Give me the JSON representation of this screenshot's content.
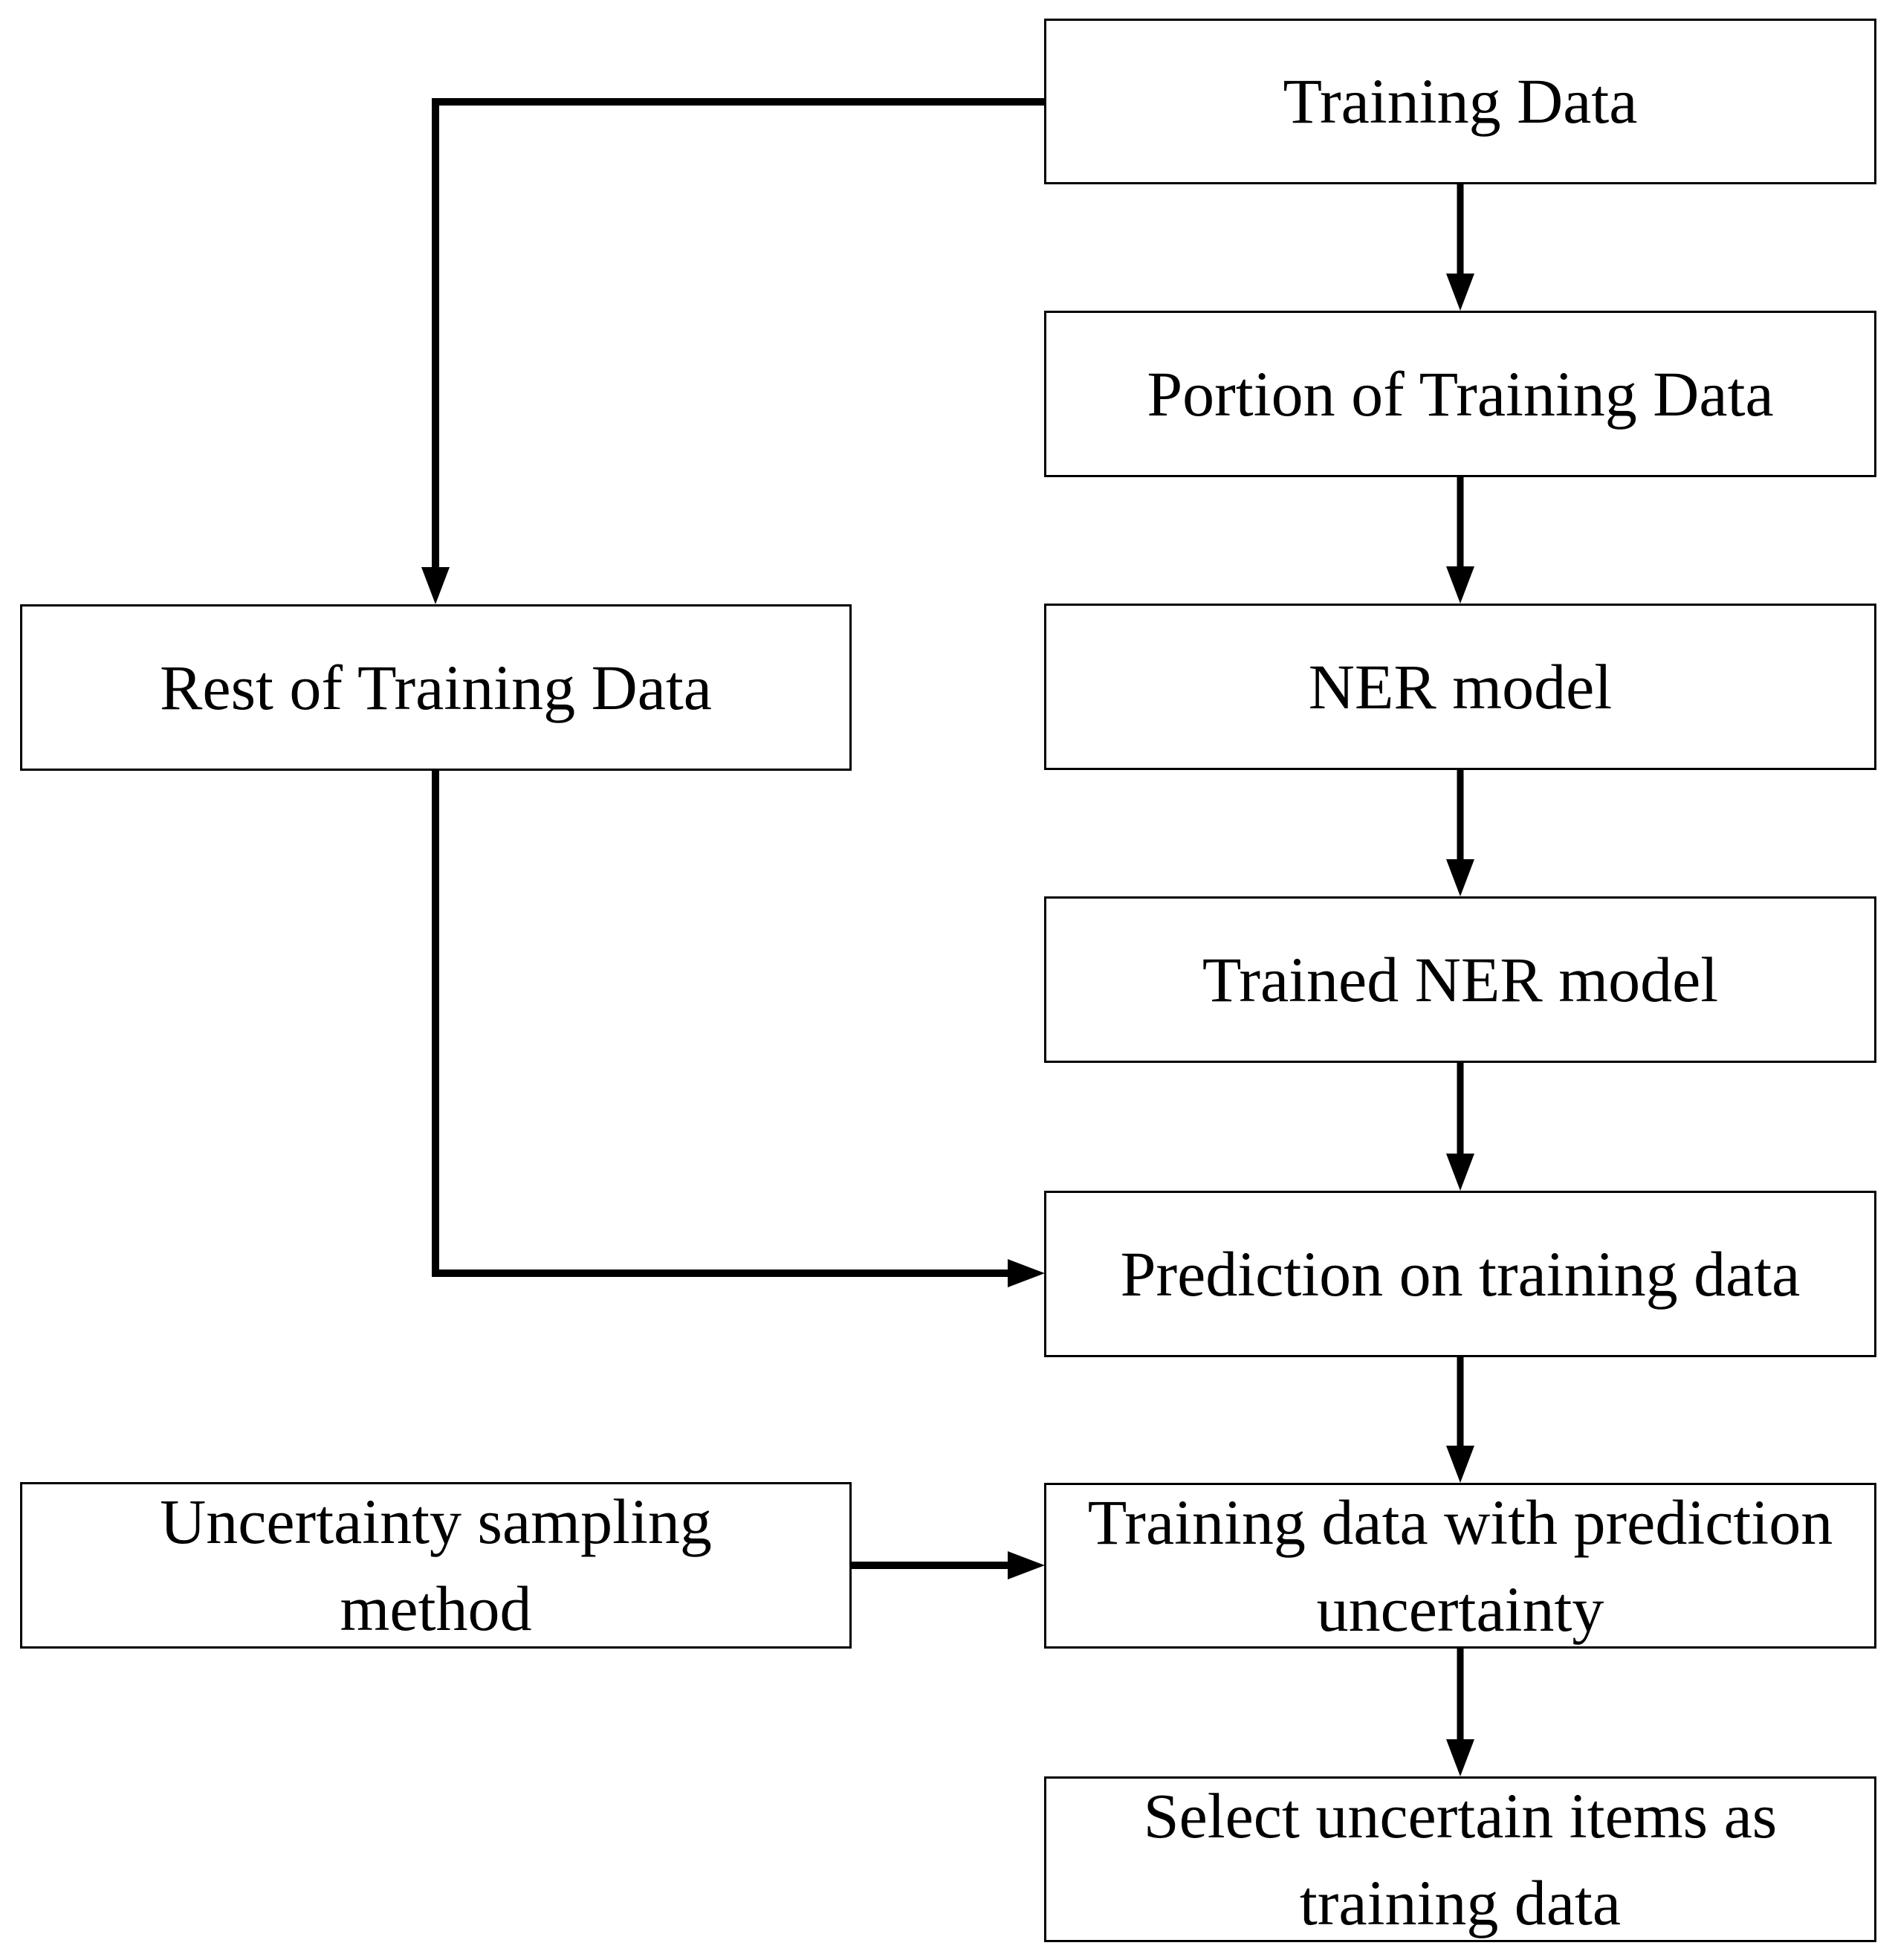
{
  "diagram": {
    "type": "flowchart",
    "background_color": "#ffffff",
    "stroke_color": "#000000",
    "nodes": {
      "training_data": {
        "label": "Training Data",
        "lines": [
          "Training Data"
        ]
      },
      "portion_of_training_data": {
        "label": "Portion of Training Data",
        "lines": [
          "Portion of Training Data"
        ]
      },
      "rest_of_training_data": {
        "label": "Rest of Training Data",
        "lines": [
          "Rest of Training Data"
        ]
      },
      "ner_model": {
        "label": "NER model",
        "lines": [
          "NER model"
        ]
      },
      "trained_ner_model": {
        "label": "Trained NER model",
        "lines": [
          "Trained NER model"
        ]
      },
      "prediction_on_training_data": {
        "label": "Prediction on training data",
        "lines": [
          "Prediction on training data"
        ]
      },
      "uncertainty_sampling_method": {
        "label": "Uncertainty sampling method",
        "lines": [
          "Uncertainty sampling",
          "method"
        ]
      },
      "training_data_with_prediction_uncertainty": {
        "label": "Training data with prediction uncertainty",
        "lines": [
          "Training data with prediction",
          "uncertainty"
        ]
      },
      "select_uncertain_items_as_training_data": {
        "label": "Select uncertain items as training data",
        "lines": [
          "Select uncertain items as",
          "training data"
        ]
      }
    },
    "edges": [
      {
        "from": "training_data",
        "to": "portion_of_training_data",
        "style": "arrow"
      },
      {
        "from": "training_data",
        "to": "rest_of_training_data",
        "style": "elbow-arrow"
      },
      {
        "from": "portion_of_training_data",
        "to": "ner_model",
        "style": "arrow"
      },
      {
        "from": "ner_model",
        "to": "trained_ner_model",
        "style": "arrow"
      },
      {
        "from": "trained_ner_model",
        "to": "prediction_on_training_data",
        "style": "arrow"
      },
      {
        "from": "rest_of_training_data",
        "to": "prediction_on_training_data",
        "style": "elbow-arrow"
      },
      {
        "from": "prediction_on_training_data",
        "to": "training_data_with_prediction_uncertainty",
        "style": "arrow"
      },
      {
        "from": "uncertainty_sampling_method",
        "to": "training_data_with_prediction_uncertainty",
        "style": "arrow"
      },
      {
        "from": "training_data_with_prediction_uncertainty",
        "to": "select_uncertain_items_as_training_data",
        "style": "arrow"
      }
    ]
  }
}
